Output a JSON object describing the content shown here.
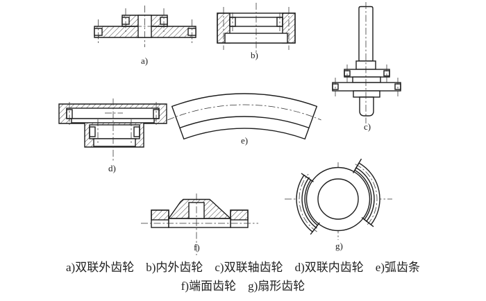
{
  "colors": {
    "background": "#ffffff",
    "line": "#1c1c1c"
  },
  "figures": [
    {
      "id": "a",
      "label": "a)",
      "caption": "a)双联外齿轮"
    },
    {
      "id": "b",
      "label": "b)",
      "caption": "b)内外齿轮"
    },
    {
      "id": "c",
      "label": "c)",
      "caption": "c)双联轴齿轮"
    },
    {
      "id": "d",
      "label": "d)",
      "caption": "d)双联内齿轮"
    },
    {
      "id": "e",
      "label": "e)",
      "caption": "e)弧齿条"
    },
    {
      "id": "f",
      "label": "f)",
      "caption": "f)端面齿轮"
    },
    {
      "id": "g",
      "label": "g)",
      "caption": "g)扇形齿轮"
    }
  ]
}
